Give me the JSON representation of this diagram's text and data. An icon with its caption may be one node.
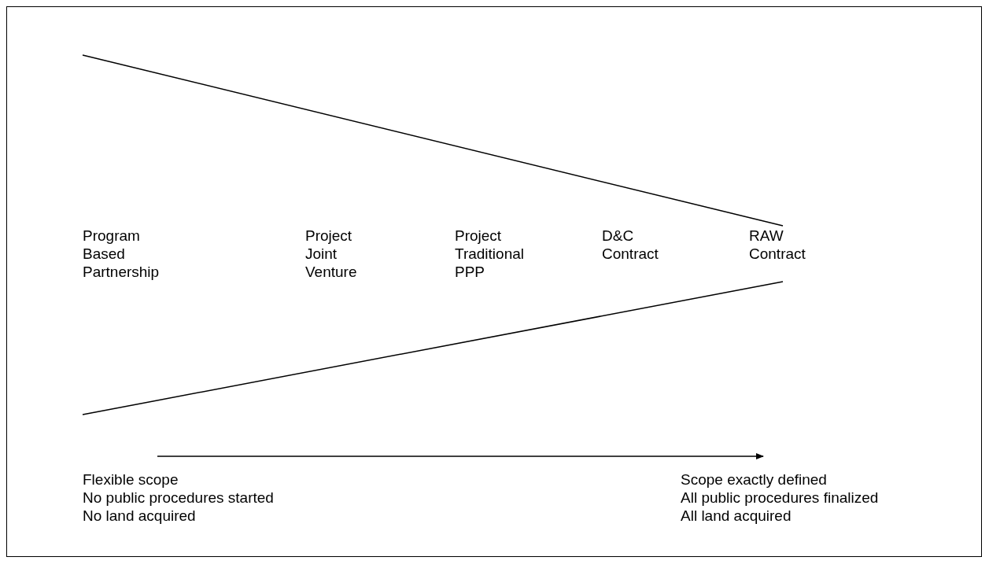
{
  "diagram": {
    "labels": [
      "Program Based Partnership",
      "Project Joint Venture",
      "Project Traditional PPP",
      "D&C Contract",
      "RAW Contract",
      "Flexible scope",
      "No public procedures started",
      "No land acquired",
      "Scope exactly defined",
      "All public procedures finalized",
      "All land acquired"
    ]
  }
}
